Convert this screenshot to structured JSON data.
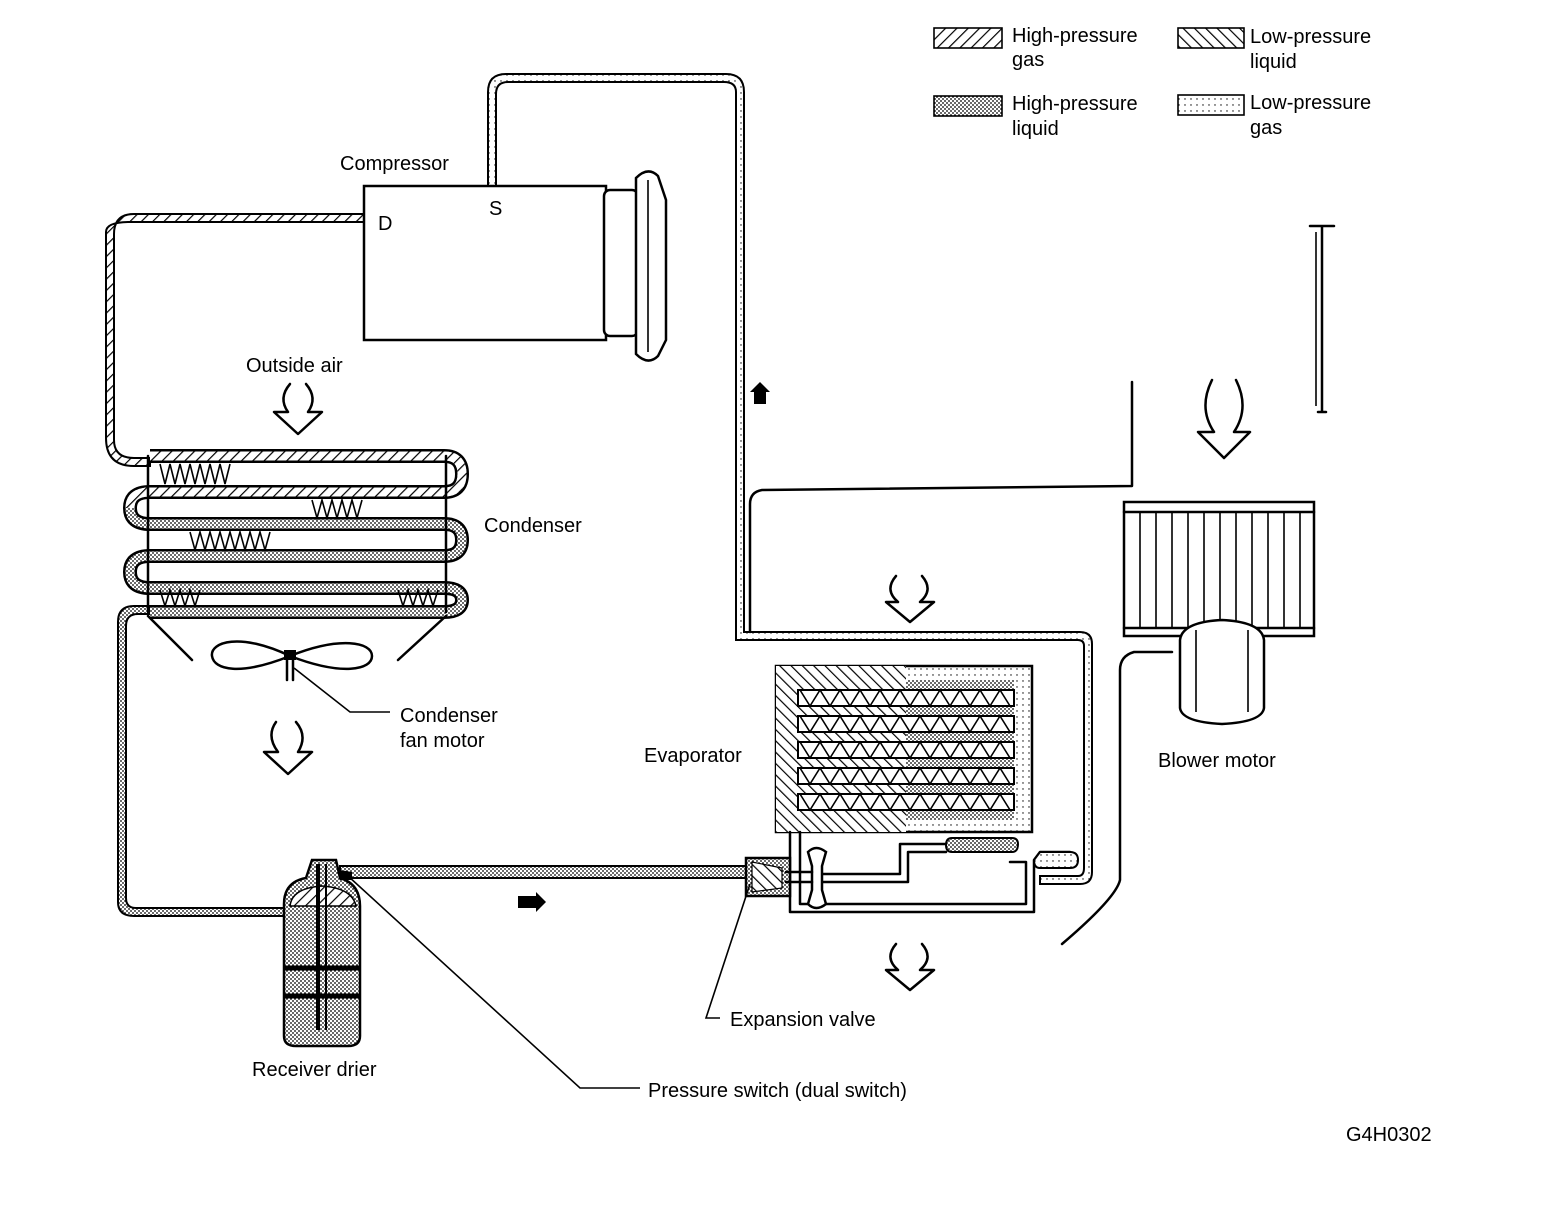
{
  "legend": {
    "high_pressure_gas": [
      "High-pressure",
      "gas"
    ],
    "low_pressure_liquid": [
      "Low-pressure",
      "liquid"
    ],
    "high_pressure_liquid": [
      "High-pressure",
      "liquid"
    ],
    "low_pressure_gas": [
      "Low-pressure",
      "gas"
    ]
  },
  "labels": {
    "compressor": "Compressor",
    "discharge_port": "D",
    "suction_port": "S",
    "outside_air": "Outside air",
    "condenser": "Condenser",
    "condenser_fan_motor": [
      "Condenser",
      "fan motor"
    ],
    "evaporator": "Evaporator",
    "blower_motor": "Blower motor",
    "expansion_valve": "Expansion valve",
    "receiver_drier": "Receiver drier",
    "pressure_switch": "Pressure switch (dual switch)",
    "figure_code": "G4H0302"
  }
}
